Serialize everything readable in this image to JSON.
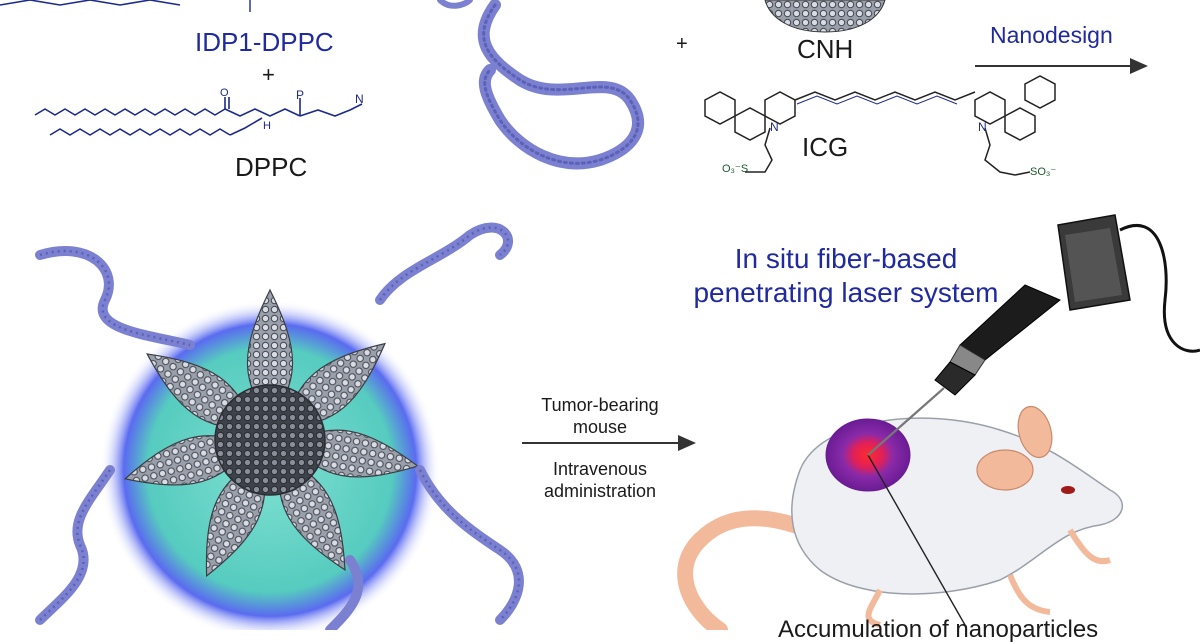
{
  "labels": {
    "idp1_dppc": "IDP1-DPPC",
    "plus_top_left": "+",
    "dppc": "DPPC",
    "plus_middle": "+",
    "cnh": "CNH",
    "icg": "ICG",
    "nanodesign": "Nanodesign",
    "laser_line1": "In situ fiber-based",
    "laser_line2": "penetrating laser system",
    "tumor_line1": "Tumor-bearing",
    "tumor_line2": "mouse",
    "iv_line1": "Intravenous",
    "iv_line2": "administration",
    "accumulation": "Accumulation of nanoparticles",
    "so3_left": "O₃⁻S",
    "so3_right": "SO₃⁻",
    "n_left": "N",
    "n_right": "N",
    "n_plus": "N",
    "p_atom": "P",
    "o_atom": "O",
    "h_atom": "H"
  },
  "colors": {
    "label_blue": "#1f2a9e",
    "chain_blue": "#1c2a8a",
    "peptide": "#7b80d0",
    "carbon": "#555a66",
    "halo_outer": "#4b4fe0",
    "halo_inner": "#5fd3c4",
    "laser_red": "#ff1a2a",
    "tumor_purple": "#7a1f9a",
    "mouse_body": "#eef0f4",
    "mouse_ear": "#f2b99a",
    "arrow": "#333333"
  }
}
